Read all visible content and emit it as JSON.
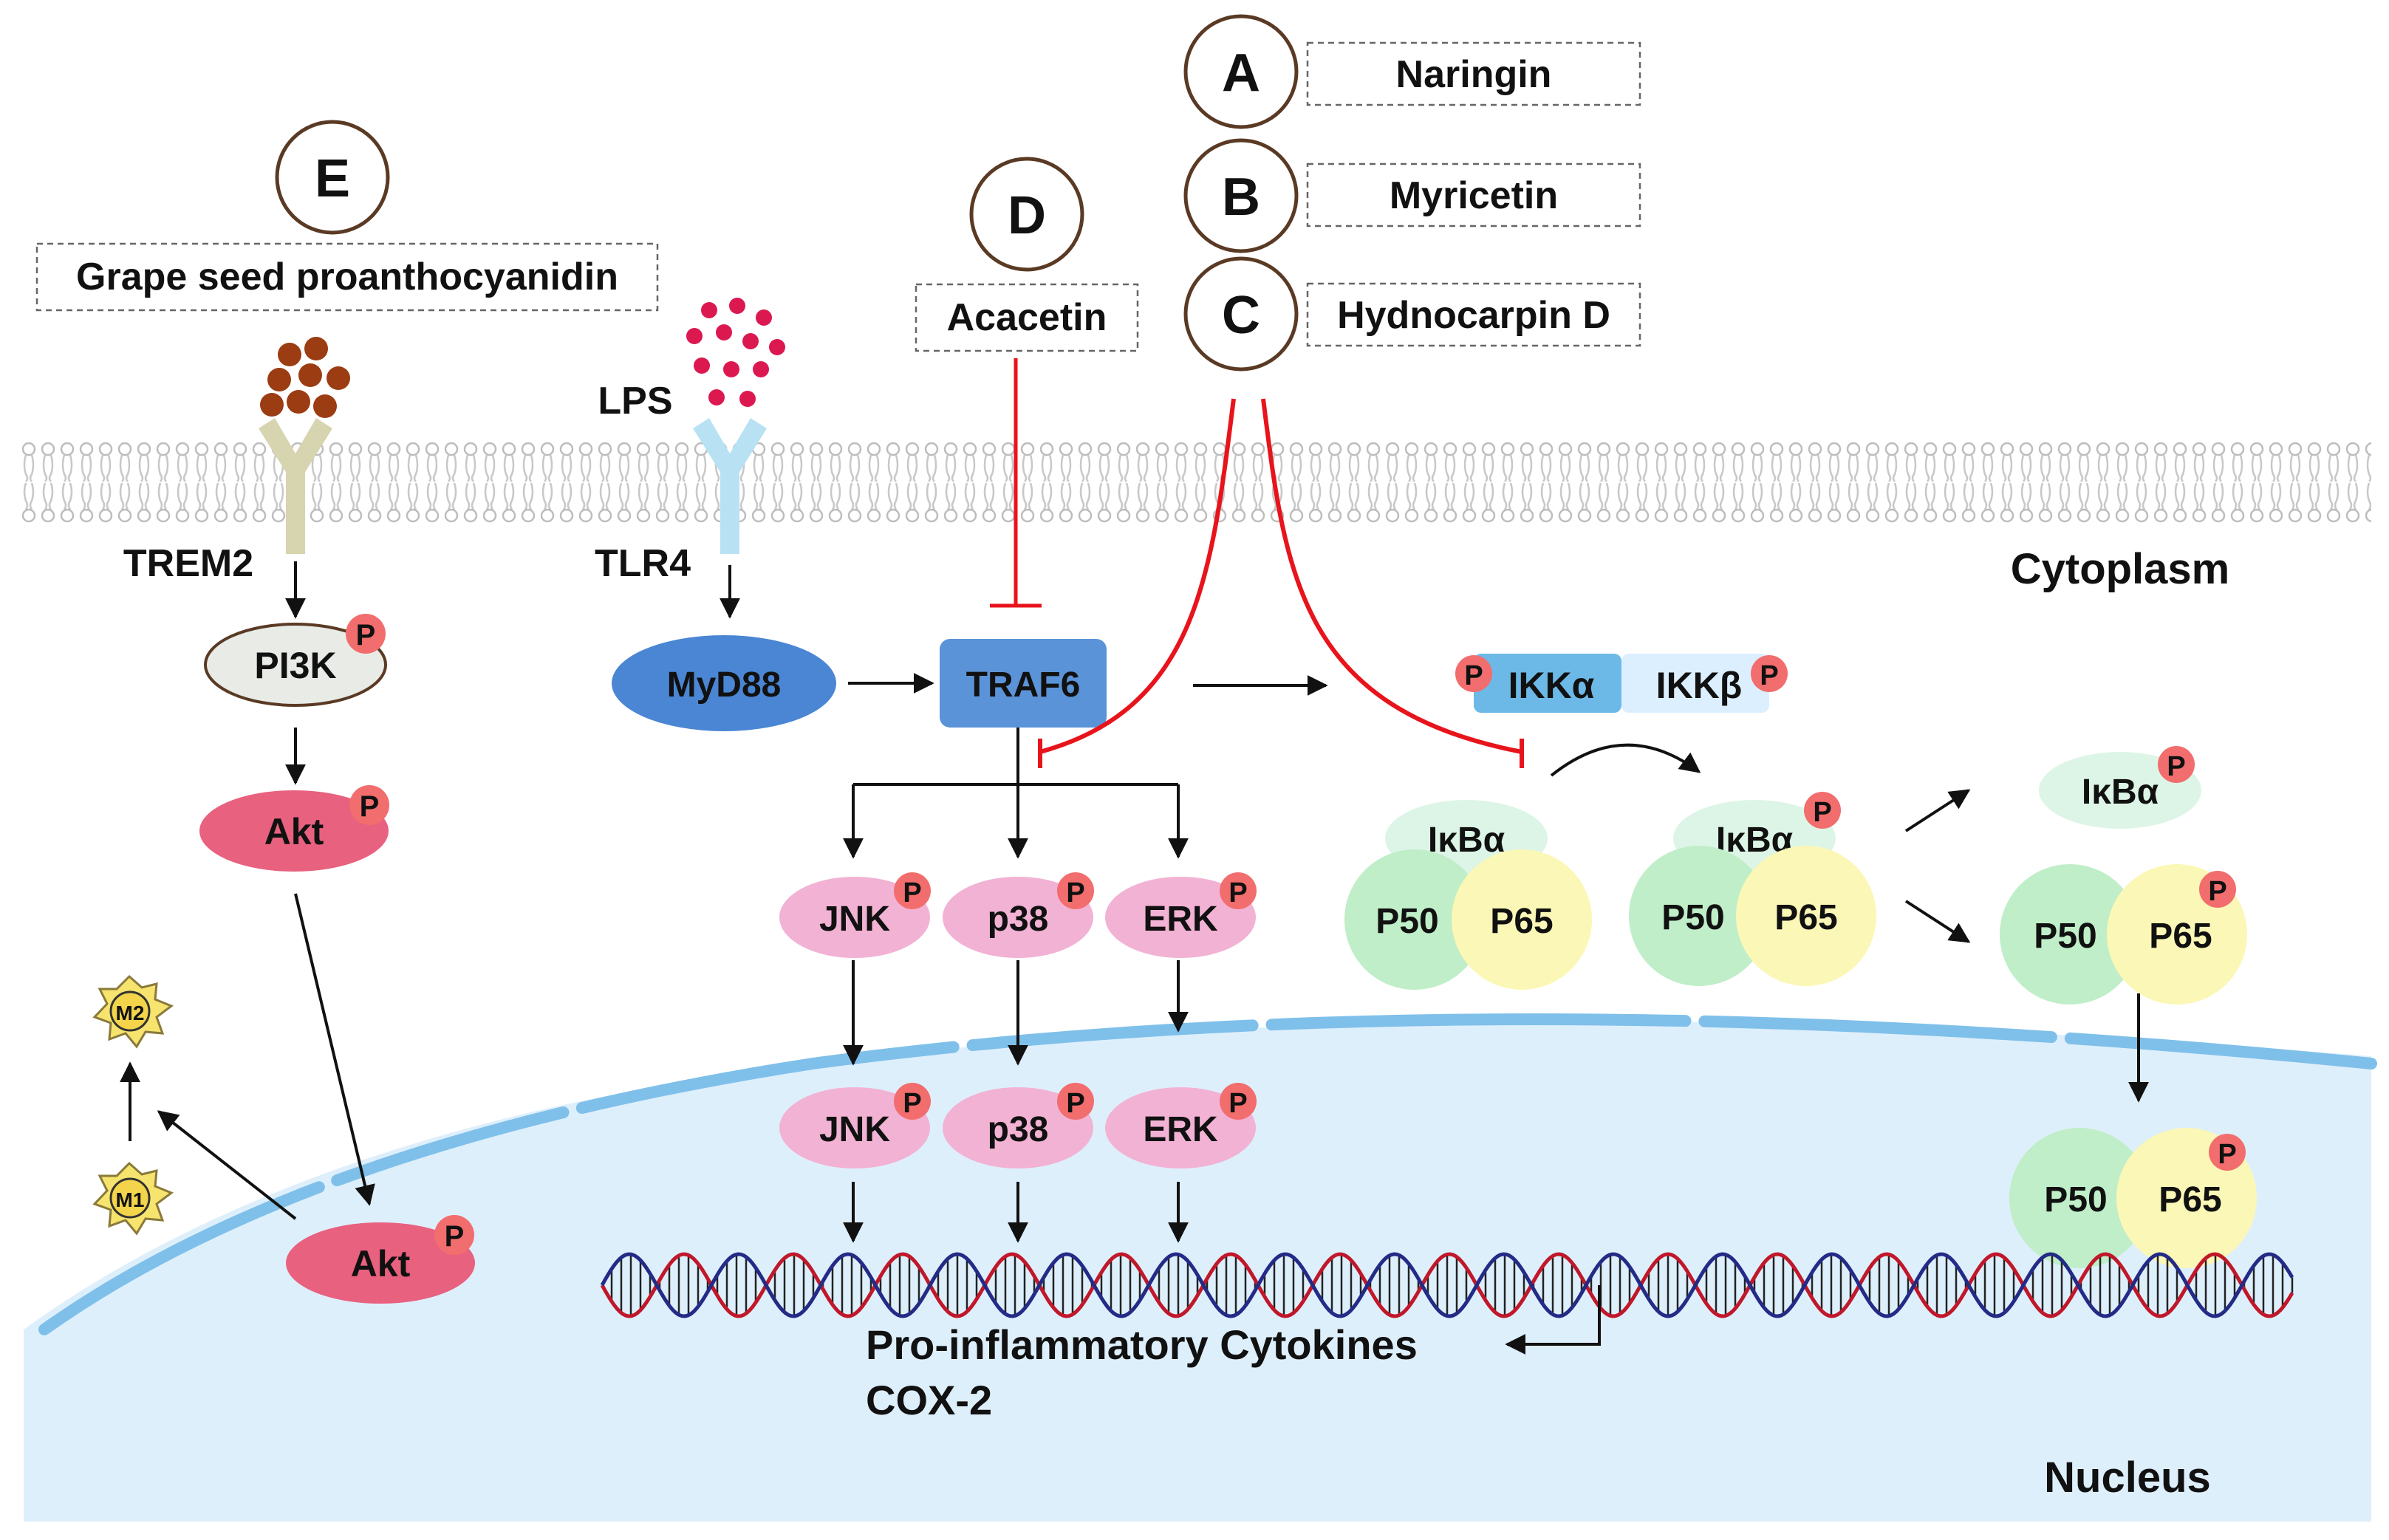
{
  "compounds": {
    "a": {
      "letter": "A",
      "name": "Naringin"
    },
    "b": {
      "letter": "B",
      "name": "Myricetin"
    },
    "c": {
      "letter": "C",
      "name": "Hydnocarpin D"
    },
    "d": {
      "letter": "D",
      "name": "Acacetin"
    },
    "e": {
      "letter": "E",
      "name": "Grape seed proanthocyanidin"
    }
  },
  "labels": {
    "trem2": "TREM2",
    "tlr4": "TLR4",
    "lps": "LPS",
    "cytoplasm": "Cytoplasm",
    "nucleus": "Nucleus",
    "pi3k": "PI3K",
    "akt": "Akt",
    "myd88": "MyD88",
    "traf6": "TRAF6",
    "jnk": "JNK",
    "p38": "p38",
    "erk": "ERK",
    "ikka": "IKKα",
    "ikkb": "IKKβ",
    "ikba": "IκBα",
    "p50": "P50",
    "p65": "P65",
    "phospho": "P",
    "m1": "M1",
    "m2": "M2",
    "output_line1": "Pro-inflammatory Cytokines",
    "output_line2": "COX-2"
  },
  "colors": {
    "inhibit": "#e8141c",
    "arrow": "#111111",
    "membrane": "#c8c8c8",
    "nucleus_fill": "#deeffc",
    "nucleus_edge": "#7fc0ea",
    "myd88": "#4a86d4",
    "traf6": "#5b93d8",
    "kinase": "#f2b2d4",
    "akt": "#e8617e",
    "phospho": "#f26d6d",
    "pi3k": "#e8ebe6",
    "ikka": "#6cb9e8",
    "ikkb": "#dcefff",
    "ikba": "#ddf5e6",
    "p50": "#bfeec8",
    "p65": "#fbf7b6",
    "trem2": "#d7d4b0",
    "tlr4": "#b8e2f4",
    "lps": "#dc1850",
    "grape": "#9b3c12",
    "cell": "#f7e46e",
    "dna_red": "#c0182a",
    "dna_blue": "#232b86"
  }
}
